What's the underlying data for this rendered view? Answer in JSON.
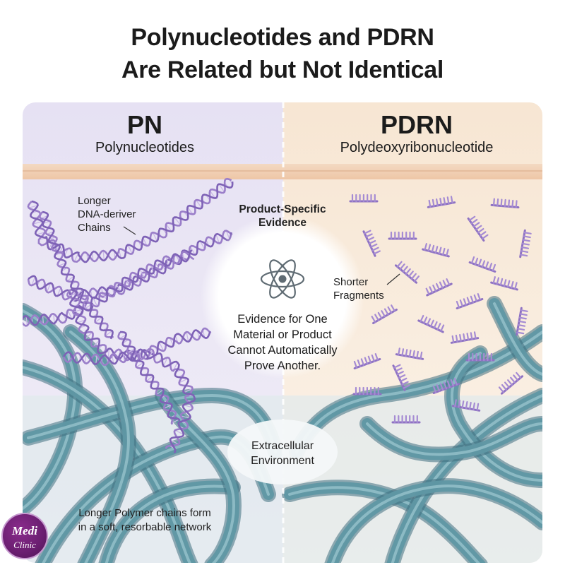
{
  "title": {
    "line1": "Polynucleotides and PDRN",
    "line2": "Are Related but Not Identical"
  },
  "left_panel": {
    "heading": "PN",
    "subheading": "Polynucleotides",
    "callout": [
      "Longer",
      "DNA-deriver",
      "Chains"
    ],
    "caption": [
      "Longer Polymer chains form",
      "in a soft, resorbable network"
    ]
  },
  "right_panel": {
    "heading": "PDRN",
    "subheading": "Polydeoxyribonucleotide",
    "callout": [
      "Shorter",
      "Fragments"
    ]
  },
  "center": {
    "top_label": [
      "Product-Specific",
      "Evidence"
    ],
    "statement": [
      "Evidence for One",
      "Material or Product",
      "Cannot Automatically",
      "Prove Another."
    ],
    "bottom_label": [
      "Extracellular",
      "Environment"
    ]
  },
  "logo": {
    "line1": "Medi",
    "line2": "Clinic"
  },
  "colors": {
    "left_bg": "#e9e5f4",
    "right_bg": "#f8ecdf",
    "skin_band": "#f1d2b6",
    "dna": "#9a7ec9",
    "network": "#5f97a4",
    "network_dark": "#3f6f80",
    "logo": "#6a1e70"
  },
  "icons": {
    "center": "atom-icon"
  }
}
